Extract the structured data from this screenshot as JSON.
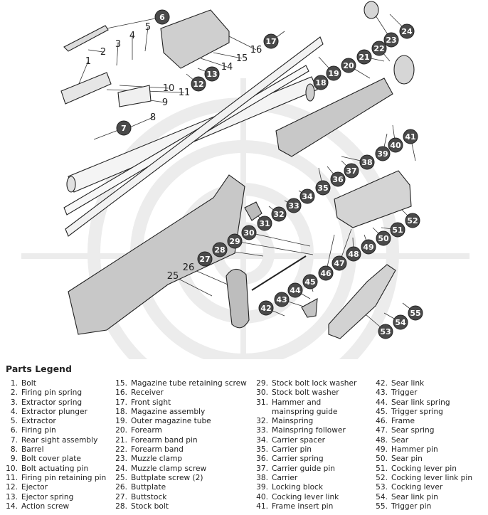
{
  "legend": {
    "title": "Parts Legend",
    "columns": [
      [
        {
          "num": "1.",
          "name": "Bolt"
        },
        {
          "num": "2.",
          "name": "Firing pin spring"
        },
        {
          "num": "3.",
          "name": "Extractor spring"
        },
        {
          "num": "4.",
          "name": "Extractor plunger"
        },
        {
          "num": "5.",
          "name": "Extractor"
        },
        {
          "num": "6.",
          "name": "Firing pin"
        },
        {
          "num": "7.",
          "name": "Rear sight assembly"
        },
        {
          "num": "8.",
          "name": "Barrel"
        },
        {
          "num": "9.",
          "name": "Bolt cover plate"
        },
        {
          "num": "10.",
          "name": "Bolt actuating pin"
        },
        {
          "num": "11.",
          "name": "Firing pin retaining pin"
        },
        {
          "num": "12.",
          "name": "Ejector"
        },
        {
          "num": "13.",
          "name": "Ejector spring"
        },
        {
          "num": "14.",
          "name": "Action screw"
        }
      ],
      [
        {
          "num": "15.",
          "name": "Magazine tube retaining screw"
        },
        {
          "num": "16.",
          "name": "Receiver"
        },
        {
          "num": "17.",
          "name": "Front sight"
        },
        {
          "num": "18.",
          "name": "Magazine assembly"
        },
        {
          "num": "19.",
          "name": "Outer magazine tube"
        },
        {
          "num": "20.",
          "name": "Forearm"
        },
        {
          "num": "21.",
          "name": "Forearm band pin"
        },
        {
          "num": "22.",
          "name": "Forearm band"
        },
        {
          "num": "23.",
          "name": "Muzzle clamp"
        },
        {
          "num": "24.",
          "name": "Muzzle clamp screw"
        },
        {
          "num": "25.",
          "name": "Buttplate screw (2)"
        },
        {
          "num": "26.",
          "name": "Buttplate"
        },
        {
          "num": "27.",
          "name": "Buttstock"
        },
        {
          "num": "28.",
          "name": "Stock bolt"
        }
      ],
      [
        {
          "num": "29.",
          "name": "Stock bolt lock washer"
        },
        {
          "num": "30.",
          "name": "Stock bolt washer"
        },
        {
          "num": "31.",
          "name": "Hammer and"
        },
        {
          "num": "",
          "name": "mainspring guide"
        },
        {
          "num": "32.",
          "name": "Mainspring"
        },
        {
          "num": "33.",
          "name": "Mainspring follower"
        },
        {
          "num": "34.",
          "name": "Carrier spacer"
        },
        {
          "num": "35.",
          "name": "Carrier pin"
        },
        {
          "num": "36.",
          "name": "Carrier spring"
        },
        {
          "num": "37.",
          "name": "Carrier guide pin"
        },
        {
          "num": "38.",
          "name": "Carrier"
        },
        {
          "num": "39.",
          "name": "Locking block"
        },
        {
          "num": "40.",
          "name": "Cocking lever link"
        },
        {
          "num": "41.",
          "name": "Frame insert pin"
        }
      ],
      [
        {
          "num": "42.",
          "name": "Sear link"
        },
        {
          "num": "43.",
          "name": "Trigger"
        },
        {
          "num": "44.",
          "name": "Sear link spring"
        },
        {
          "num": "45.",
          "name": "Trigger spring"
        },
        {
          "num": "46.",
          "name": "Frame"
        },
        {
          "num": "47.",
          "name": "Sear spring"
        },
        {
          "num": "48.",
          "name": "Sear"
        },
        {
          "num": "49.",
          "name": "Hammer pin"
        },
        {
          "num": "50.",
          "name": "Sear pin"
        },
        {
          "num": "51.",
          "name": "Cocking lever pin"
        },
        {
          "num": "52.",
          "name": "Cocking lever link pin"
        },
        {
          "num": "53.",
          "name": "Cocking lever"
        },
        {
          "num": "54.",
          "name": "Sear link pin"
        },
        {
          "num": "55.",
          "name": "Trigger pin"
        }
      ]
    ]
  },
  "callouts": [
    {
      "label": "1",
      "style": "plain"
    },
    {
      "label": "2",
      "style": "plain"
    },
    {
      "label": "3",
      "style": "plain"
    },
    {
      "label": "4",
      "style": "plain"
    },
    {
      "label": "5",
      "style": "plain"
    },
    {
      "label": "6",
      "style": "circle"
    },
    {
      "label": "7",
      "style": "circle"
    },
    {
      "label": "8",
      "style": "plain"
    },
    {
      "label": "9",
      "style": "plain"
    },
    {
      "label": "10",
      "style": "plain"
    },
    {
      "label": "11",
      "style": "plain"
    },
    {
      "label": "12",
      "style": "circle"
    },
    {
      "label": "13",
      "style": "circle"
    },
    {
      "label": "14",
      "style": "plain"
    },
    {
      "label": "15",
      "style": "plain"
    },
    {
      "label": "16",
      "style": "plain"
    },
    {
      "label": "17",
      "style": "circle"
    },
    {
      "label": "18",
      "style": "circle"
    },
    {
      "label": "19",
      "style": "circle"
    },
    {
      "label": "20",
      "style": "circle"
    },
    {
      "label": "21",
      "style": "circle"
    },
    {
      "label": "22",
      "style": "circle"
    },
    {
      "label": "23",
      "style": "circle"
    },
    {
      "label": "24",
      "style": "circle"
    },
    {
      "label": "25",
      "style": "plain"
    },
    {
      "label": "26",
      "style": "plain"
    },
    {
      "label": "27",
      "style": "circle"
    },
    {
      "label": "28",
      "style": "circle"
    },
    {
      "label": "29",
      "style": "circle"
    },
    {
      "label": "30",
      "style": "circle"
    },
    {
      "label": "31",
      "style": "circle"
    },
    {
      "label": "32",
      "style": "circle"
    },
    {
      "label": "33",
      "style": "circle"
    },
    {
      "label": "34",
      "style": "circle"
    },
    {
      "label": "35",
      "style": "circle"
    },
    {
      "label": "36",
      "style": "circle"
    },
    {
      "label": "37",
      "style": "circle"
    },
    {
      "label": "38",
      "style": "circle"
    },
    {
      "label": "39",
      "style": "circle"
    },
    {
      "label": "40",
      "style": "circle"
    },
    {
      "label": "41",
      "style": "circle"
    },
    {
      "label": "42",
      "style": "circle"
    },
    {
      "label": "43",
      "style": "circle"
    },
    {
      "label": "44",
      "style": "circle"
    },
    {
      "label": "45",
      "style": "circle"
    },
    {
      "label": "46",
      "style": "circle"
    },
    {
      "label": "47",
      "style": "circle"
    },
    {
      "label": "48",
      "style": "circle"
    },
    {
      "label": "49",
      "style": "circle"
    },
    {
      "label": "50",
      "style": "circle"
    },
    {
      "label": "51",
      "style": "circle"
    },
    {
      "label": "52",
      "style": "circle"
    },
    {
      "label": "53",
      "style": "circle"
    },
    {
      "label": "54",
      "style": "circle"
    },
    {
      "label": "55",
      "style": "circle"
    }
  ],
  "colors": {
    "ink": "#222222",
    "callout_fill": "#4a4a4a",
    "watermark": "#ececec",
    "wood": "#c8c8c8"
  }
}
